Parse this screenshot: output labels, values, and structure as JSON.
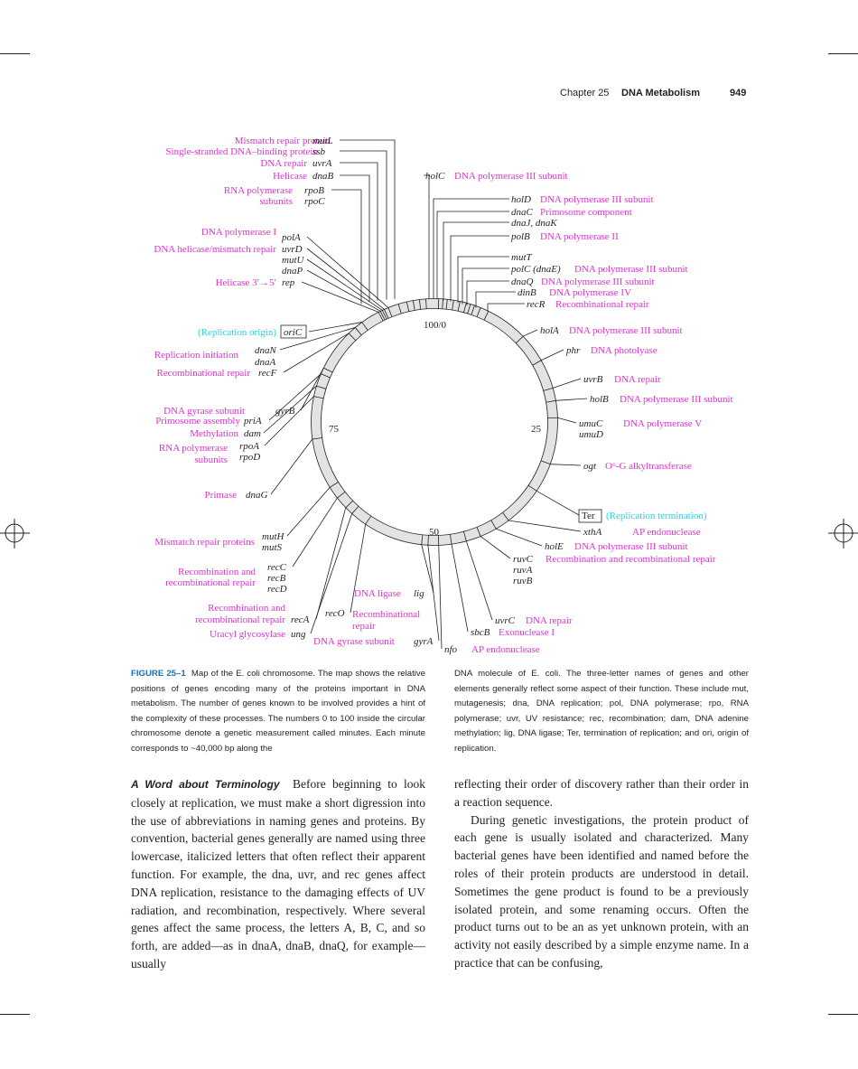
{
  "header": {
    "chapter": "Chapter 25",
    "title": "DNA Metabolism",
    "page": "949"
  },
  "map": {
    "center_top": "100/0",
    "m25": "25",
    "m50": "50",
    "m75": "75",
    "left_labels": [
      {
        "fn": "Mismatch repair protein",
        "gene": "mutL"
      },
      {
        "fn": "Single-stranded DNA–binding protein",
        "gene": "ssb"
      },
      {
        "fn": "DNA repair",
        "gene": "uvrA"
      },
      {
        "fn": "Helicase",
        "gene": "dnaB"
      },
      {
        "fn": "RNA polymerase",
        "gene": "rpoB"
      },
      {
        "fn": "subunits",
        "gene": "rpoC"
      },
      {
        "fn": "DNA polymerase I",
        "gene": "polA"
      },
      {
        "fn": "DNA helicase/mismatch repair",
        "gene": "uvrD"
      },
      {
        "fn": "",
        "gene": "mutU"
      },
      {
        "fn": "",
        "gene": "dnaP"
      },
      {
        "fn": "Helicase 3′→5′",
        "gene": "rep"
      },
      {
        "fn": "(Replication origin)",
        "gene": "oriC"
      },
      {
        "fn": "Replication initiation",
        "gene": "dnaN"
      },
      {
        "fn": "",
        "gene": "dnaA"
      },
      {
        "fn": "Recombinational repair",
        "gene": "recF"
      },
      {
        "fn": "DNA gyrase subunit",
        "gene": "gyrB"
      },
      {
        "fn": "Primosome assembly",
        "gene": "priA"
      },
      {
        "fn": "Methylation",
        "gene": "dam"
      },
      {
        "fn": "RNA polymerase",
        "gene": "rpoA"
      },
      {
        "fn": "subunits",
        "gene": "rpoD"
      },
      {
        "fn": "Primase",
        "gene": "dnaG"
      },
      {
        "fn": "Mismatch repair proteins",
        "gene": "mutH"
      },
      {
        "fn": "",
        "gene": "mutS"
      },
      {
        "fn": "Recombination and",
        "gene": "recC"
      },
      {
        "fn": "recombinational repair",
        "gene": "recB"
      },
      {
        "fn": "",
        "gene": "recD"
      },
      {
        "fn": "DNA ligase",
        "gene": "lig"
      },
      {
        "fn": "Recombination and",
        "gene": ""
      },
      {
        "fn": "recombinational repair",
        "gene": "recA"
      },
      {
        "fn": "Uracyl glycosylase",
        "gene": "ung"
      },
      {
        "fn": "Recombinational",
        "gene": "recO"
      },
      {
        "fn": "repair",
        "gene": ""
      },
      {
        "fn": "DNA gyrase subunit",
        "gene": "gyrA"
      }
    ],
    "right_labels": [
      {
        "gene": "holC",
        "fn": "DNA polymerase III subunit"
      },
      {
        "gene": "holD",
        "fn": "DNA polymerase III subunit"
      },
      {
        "gene": "dnaC",
        "fn": "Primosome component"
      },
      {
        "gene": "dnaJ, dnaK",
        "fn": ""
      },
      {
        "gene": "polB",
        "fn": "DNA polymerase II"
      },
      {
        "gene": "mutT",
        "fn": ""
      },
      {
        "gene": "polC (dnaE)",
        "fn": "DNA polymerase III subunit"
      },
      {
        "gene": "dnaQ",
        "fn": "DNA polymerase III subunit"
      },
      {
        "gene": "dinB",
        "fn": "DNA polymerase IV"
      },
      {
        "gene": "recR",
        "fn": "Recombinational repair"
      },
      {
        "gene": "holA",
        "fn": "DNA polymerase III subunit"
      },
      {
        "gene": "phr",
        "fn": "DNA photolyase"
      },
      {
        "gene": "uvrB",
        "fn": "DNA repair"
      },
      {
        "gene": "holB",
        "fn": "DNA polymerase III subunit"
      },
      {
        "gene": "umuC",
        "fn": "DNA polymerase V"
      },
      {
        "gene": "umuD",
        "fn": ""
      },
      {
        "gene": "ogt",
        "fn": "O⁶-G alkyltransferase"
      },
      {
        "gene": "Ter",
        "fn": "(Replication termination)"
      },
      {
        "gene": "xthA",
        "fn": "AP endonuclease"
      },
      {
        "gene": "holE",
        "fn": "DNA polymerase III subunit"
      },
      {
        "gene": "ruvC",
        "fn": "Recombination and recombinational repair"
      },
      {
        "gene": "ruvA",
        "fn": ""
      },
      {
        "gene": "ruvB",
        "fn": ""
      },
      {
        "gene": "uvrC",
        "fn": "DNA repair"
      },
      {
        "gene": "sbcB",
        "fn": "Exonuclease I"
      },
      {
        "gene": "nfo",
        "fn": "AP endonuclease"
      }
    ]
  },
  "caption": {
    "fig_label": "FIGURE 25–1",
    "col1": "Map of the E. coli chromosome. The map shows the relative positions of genes encoding many of the proteins important in DNA metabolism. The number of genes known to be involved provides a hint of the complexity of these processes. The numbers 0 to 100 inside the circular chromosome denote a genetic measurement called minutes. Each minute corresponds to ~40,000 bp along the",
    "col2": "DNA molecule of E. coli. The three-letter names of genes and other elements generally reflect some aspect of their function. These include mut, mutagenesis; dna, DNA replication; pol, DNA polymerase; rpo, RNA polymerase; uvr, UV resistance; rec, recombination; dam, DNA adenine methylation; lig, DNA ligase; Ter, termination of replication; and ori, origin of replication."
  },
  "body": {
    "heading": "A Word about Terminology",
    "col1_p1": "Before beginning to look closely at replication, we must make a short digression into the use of abbreviations in naming genes and proteins. By convention, bacterial genes generally are named using three lowercase, italicized letters that often reflect their apparent function. For example, the dna, uvr, and rec genes affect DNA replication, resistance to the damaging effects of UV radiation, and recombination, respectively. Where several genes affect the same process, the letters A, B, C, and so forth, are added—as in dnaA, dnaB, dnaQ, for example—usually",
    "col2_p1": "reflecting their order of discovery rather than their order in a reaction sequence.",
    "col2_p2": "During genetic investigations, the protein product of each gene is usually isolated and characterized. Many bacterial genes have been identified and named before the roles of their protein products are understood in detail. Sometimes the gene product is found to be a previously isolated protein, and some renaming occurs. Often the product turns out to be an as yet unknown protein, with an activity not easily described by a simple enzyme name. In a practice that can be confusing,"
  },
  "colors": {
    "function_label": "#e030d0",
    "special_label": "#28d0e8",
    "figure_blue": "#1a6fb5",
    "ring_fill": "#e3e3e3"
  }
}
